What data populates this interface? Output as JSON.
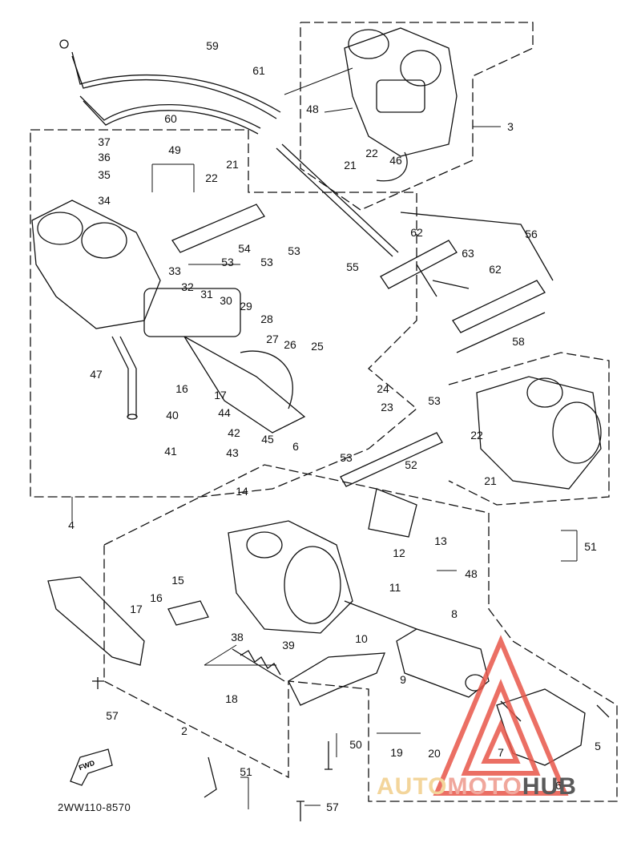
{
  "diagram_code": "2WW110-8570",
  "fwd_label": "FWD",
  "watermark": {
    "part1": "AUTO",
    "part2": "MOTO",
    "part3": "HUB"
  },
  "colors": {
    "line": "#111111",
    "watermark_red": "#e8574a",
    "watermark_yellow": "#f3d59b",
    "watermark_gray": "#5a5a5a"
  },
  "callouts": {
    "c59": "59",
    "c61": "61",
    "c60": "60",
    "c48a": "48",
    "c3": "3",
    "c37": "37",
    "c36": "36",
    "c35": "35",
    "c34": "34",
    "c49": "49",
    "c22a": "22",
    "c21a": "21",
    "c22b": "22",
    "c21b": "21",
    "c46": "46",
    "c62a": "62",
    "c56": "56",
    "c54": "54",
    "c53a": "53",
    "c53b": "53",
    "c53c": "53",
    "c55": "55",
    "c63": "63",
    "c62b": "62",
    "c33": "33",
    "c32": "32",
    "c31": "31",
    "c30": "30",
    "c29": "29",
    "c28": "28",
    "c27": "27",
    "c26": "26",
    "c25": "25",
    "c58": "58",
    "c47": "47",
    "c16a": "16",
    "c17a": "17",
    "c24": "24",
    "c23": "23",
    "c40": "40",
    "c44": "44",
    "c42": "42",
    "c45": "45",
    "c6a": "6",
    "c53d": "53",
    "c41": "41",
    "c43": "43",
    "c22c": "22",
    "c21c": "21",
    "c52": "52",
    "c53e": "53",
    "c4": "4",
    "c14": "14",
    "c13": "13",
    "c51a": "51",
    "c12": "12",
    "c48b": "48",
    "c15": "15",
    "c16b": "16",
    "c17b": "17",
    "c11": "11",
    "c8": "8",
    "c38": "38",
    "c39": "39",
    "c10": "10",
    "c9": "9",
    "c18": "18",
    "c57a": "57",
    "c2": "2",
    "c19": "19",
    "c20": "20",
    "c50": "50",
    "c7": "7",
    "c5": "5",
    "c6b": "6",
    "c51b": "51",
    "c57b": "57"
  }
}
